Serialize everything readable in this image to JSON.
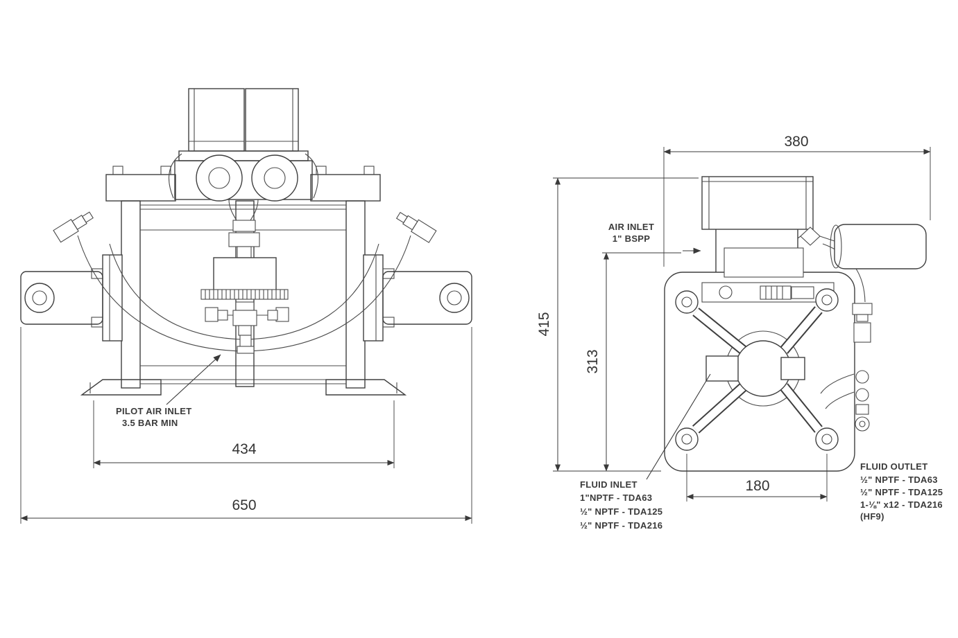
{
  "front_view": {
    "pilot_air_inlet": {
      "line1": "PILOT AIR INLET",
      "line2": "3.5 BAR MIN"
    },
    "dimensions": {
      "mount_hole_spacing": "434",
      "overall_width": "650"
    }
  },
  "side_view": {
    "air_inlet": {
      "line1": "AIR INLET",
      "line2": "1\" BSPP"
    },
    "dimensions": {
      "overall_width": "380",
      "overall_height": "415",
      "inlet_height": "313",
      "bolt_spacing": "180"
    },
    "fluid_inlet": {
      "title": "FLUID INLET",
      "lines": [
        "1\"NPTF - TDA63",
        "½\" NPTF - TDA125",
        "½\" NPTF - TDA216"
      ]
    },
    "fluid_outlet": {
      "title": "FLUID OUTLET",
      "lines": [
        "½\" NPTF  - TDA63",
        "½\" NPTF  - TDA125",
        "1-⅛\" x12  - TDA216",
        "(HF9)"
      ]
    }
  }
}
